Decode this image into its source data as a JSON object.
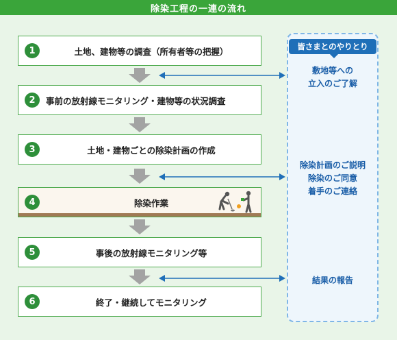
{
  "title": "除染工程の一連の流れ",
  "steps": [
    {
      "num": "1",
      "label": "土地、建物等の調査（所有者等の把握）"
    },
    {
      "num": "2",
      "label": "事前の放射線モニタリング・建物等の状況調査"
    },
    {
      "num": "3",
      "label": "土地・建物ごとの除染計画の作成"
    },
    {
      "num": "4",
      "label": "除染作業"
    },
    {
      "num": "5",
      "label": "事後の放射線モニタリング等"
    },
    {
      "num": "6",
      "label": "終了・継続してモニタリング"
    }
  ],
  "side": {
    "heading": "皆さまとのやりとり",
    "groups": [
      {
        "lines": [
          "敷地等への",
          "立入のご了解"
        ]
      },
      {
        "lines": [
          "除染計画のご説明",
          "除染のご同意",
          "着手のご連絡"
        ]
      },
      {
        "lines": [
          "結果の報告"
        ]
      }
    ]
  },
  "colors": {
    "title_bg": "#3aa53a",
    "panel_bg": "#e9f5e8",
    "step_border": "#4daa4d",
    "step_number_bg": "#2e8f3a",
    "down_arrow": "#a3a3a3",
    "side_accent": "#1f6fb8",
    "side_text": "#1a5ea8",
    "ground": "#a07a55"
  },
  "icons": {
    "workers": "workers-digging-icon"
  }
}
